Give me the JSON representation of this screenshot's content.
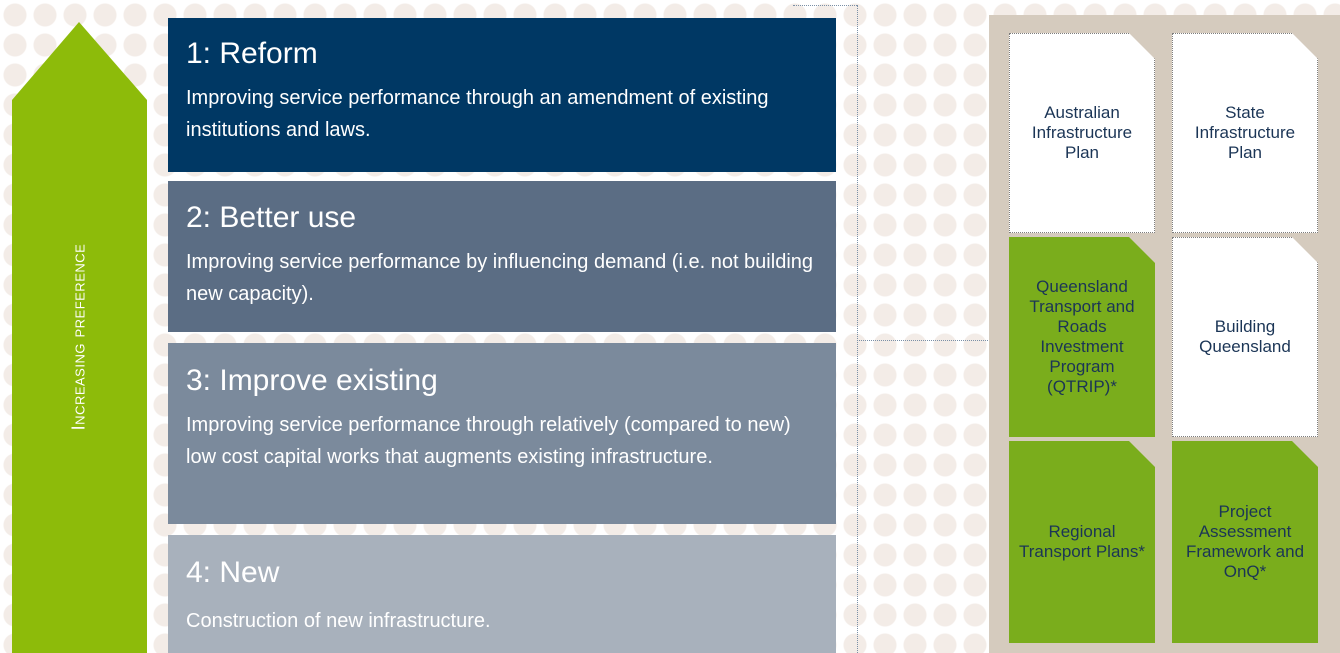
{
  "arrow": {
    "label": "Increasing preference"
  },
  "stages": [
    {
      "title": "1: Reform",
      "description": "Improving service performance through an amendment of existing institutions and laws."
    },
    {
      "title": "2: Better use",
      "description": "Improving service performance by influencing demand (i.e. not building new capacity)."
    },
    {
      "title": "3: Improve existing",
      "description": "Improving service performance through relatively (compared to new) low cost capital works that augments existing infrastructure."
    },
    {
      "title": "4: New",
      "description": "Construction of new infrastructure."
    }
  ],
  "documents": [
    {
      "label": "Australian Infrastructure Plan",
      "style": "white"
    },
    {
      "label": "State Infrastructure Plan",
      "style": "white"
    },
    {
      "label": "Queensland Transport and Roads Investment Program (QTRIP)*",
      "style": "green"
    },
    {
      "label": "Building Queensland",
      "style": "white"
    },
    {
      "label": "Regional Transport Plans*",
      "style": "green"
    },
    {
      "label": "Project Assessment Framework and OnQ*",
      "style": "green"
    }
  ],
  "colors": {
    "arrow": "#8dbb0a",
    "reform": "#003864",
    "better_use": "#5b6d84",
    "improve_existing": "#7b8a9c",
    "new": "#a8b1bc",
    "doc_green": "#7aad1c",
    "panel": "#d5cbbe"
  }
}
